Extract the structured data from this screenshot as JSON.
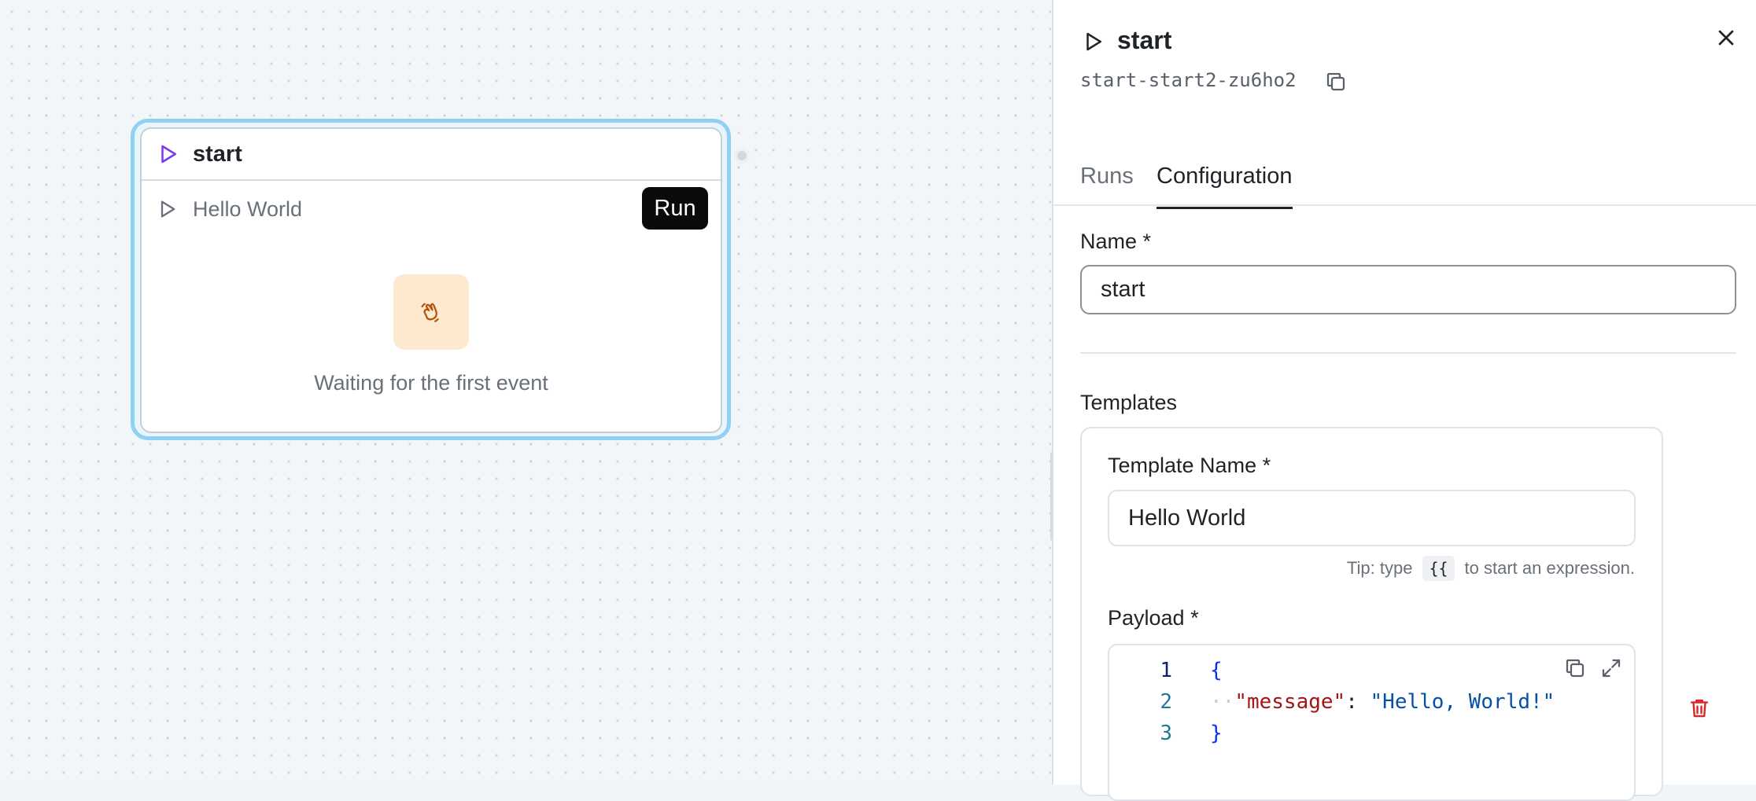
{
  "node": {
    "title": "start",
    "template_label": "Hello World",
    "run_label": "Run",
    "empty_message": "Waiting for the first event"
  },
  "panel": {
    "title": "start",
    "id_text": "start-start2-zu6ho2",
    "tabs": [
      {
        "label": "Runs",
        "active": false
      },
      {
        "label": "Configuration",
        "active": true
      }
    ],
    "name_label": "Name *",
    "name_value": "start",
    "templates_heading": "Templates",
    "template": {
      "name_label": "Template Name *",
      "name_value": "Hello World",
      "tip_prefix": "Tip: type",
      "tip_code": "{{",
      "tip_suffix": "to start an expression.",
      "payload_label": "Payload *",
      "payload_lines": [
        {
          "number": "1",
          "text": "{"
        },
        {
          "number": "2",
          "key": "\"message\"",
          "colon": ": ",
          "value": "\"Hello, World!\""
        },
        {
          "number": "3",
          "text": "}"
        }
      ]
    }
  },
  "colors": {
    "accent_purple": "#7c3aed",
    "selection_blue": "#8fd0f3",
    "danger_red": "#dc2626",
    "empty_state_bg": "#fce9cf",
    "empty_state_icon": "#b45309"
  },
  "icons": {
    "node_header": "play-icon",
    "node_row": "play-icon",
    "empty_state": "hand-wave-icon",
    "panel_header": "play-icon",
    "close": "close-icon",
    "copy": "copy-icon",
    "expand": "expand-icon",
    "delete": "trash-icon"
  }
}
